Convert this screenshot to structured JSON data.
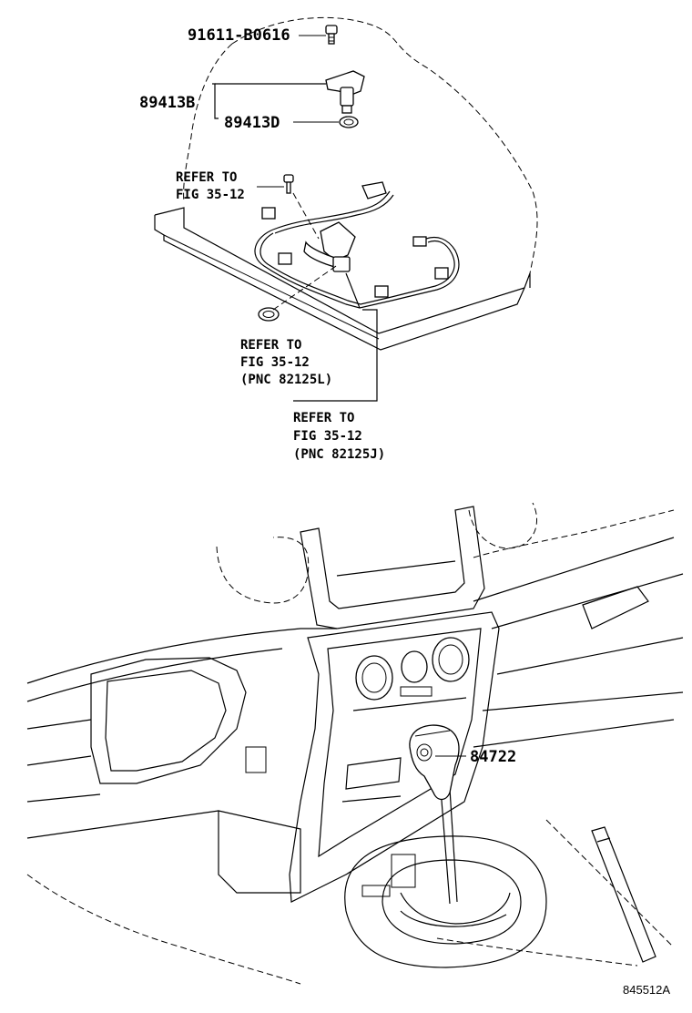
{
  "labels": {
    "bolt": "91611-B0616",
    "sensor": "89413B",
    "washer": "89413D",
    "refer_upper_1": "REFER TO",
    "refer_upper_2": "FIG 35-12",
    "refer_mid_1": "REFER TO",
    "refer_mid_2": "FIG 35-12",
    "refer_mid_3": "(PNC 82125L)",
    "refer_low_1": "REFER TO",
    "refer_low_2": "FIG 35-12",
    "refer_low_3": "(PNC 82125J)",
    "shift_knob": "84722",
    "figure_id": "845512A"
  },
  "colors": {
    "line": "#000000",
    "background": "#ffffff"
  }
}
